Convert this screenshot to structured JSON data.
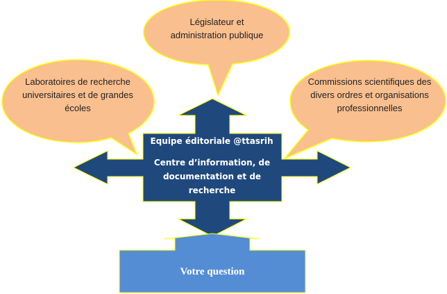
{
  "bubbles": {
    "left": "Laboratoires de recherche universitaires et de grandes écoles",
    "top": "Législateur et administration publique",
    "right": "Commissions scientifiques des divers ordres et organisations professionnelles"
  },
  "center": {
    "title": "Equipe éditoriale @ttasrih",
    "subtitle": "Centre d’information, de documentation et de recherche"
  },
  "question_box": "Votre question",
  "colors": {
    "bubble": "#f9bf8f",
    "arrow": "#1f497d",
    "box": "#548dd4",
    "outline": "#ffff00"
  }
}
